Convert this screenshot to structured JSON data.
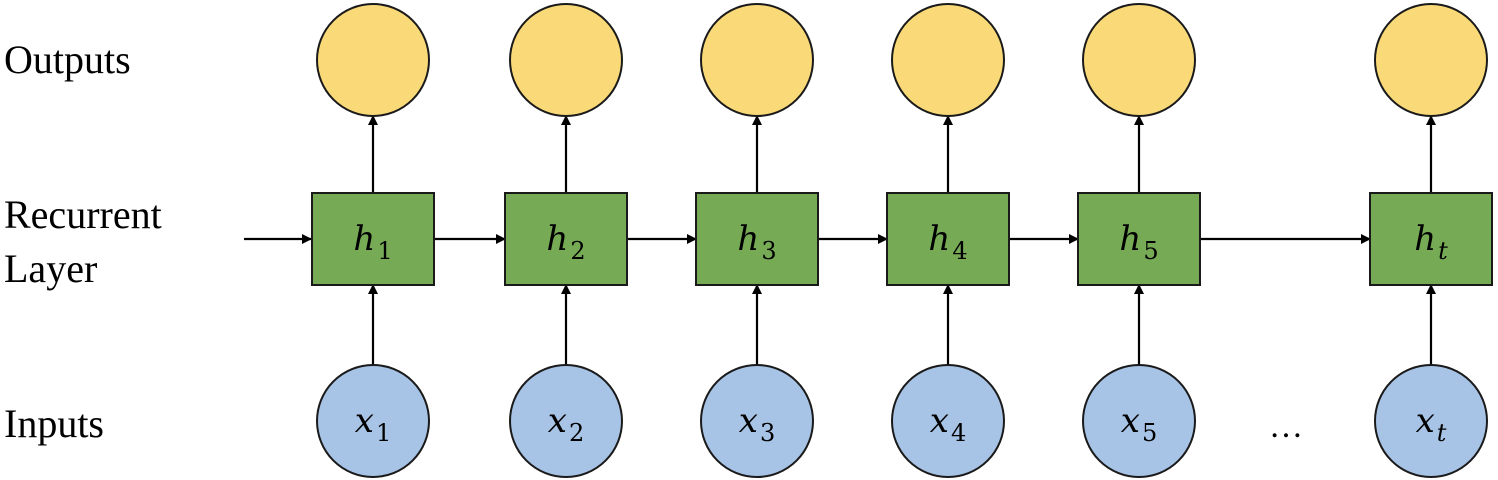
{
  "labels": {
    "outputs": "Outputs",
    "recurrent_line1": "Recurrent",
    "recurrent_line2": "Layer",
    "inputs": "Inputs"
  },
  "ellipsis": "…",
  "colors": {
    "output_fill": "#f9d978",
    "hidden_fill": "#76aa55",
    "input_fill": "#a7c3e5",
    "stroke": "#1a1a1a"
  },
  "steps": [
    {
      "hidden_var": "h",
      "hidden_sub": "1",
      "input_var": "x",
      "input_sub": "1"
    },
    {
      "hidden_var": "h",
      "hidden_sub": "2",
      "input_var": "x",
      "input_sub": "2"
    },
    {
      "hidden_var": "h",
      "hidden_sub": "3",
      "input_var": "x",
      "input_sub": "3"
    },
    {
      "hidden_var": "h",
      "hidden_sub": "4",
      "input_var": "x",
      "input_sub": "4"
    },
    {
      "hidden_var": "h",
      "hidden_sub": "5",
      "input_var": "x",
      "input_sub": "5"
    },
    {
      "hidden_var": "h",
      "hidden_sub": "t",
      "input_var": "x",
      "input_sub": "t"
    }
  ]
}
